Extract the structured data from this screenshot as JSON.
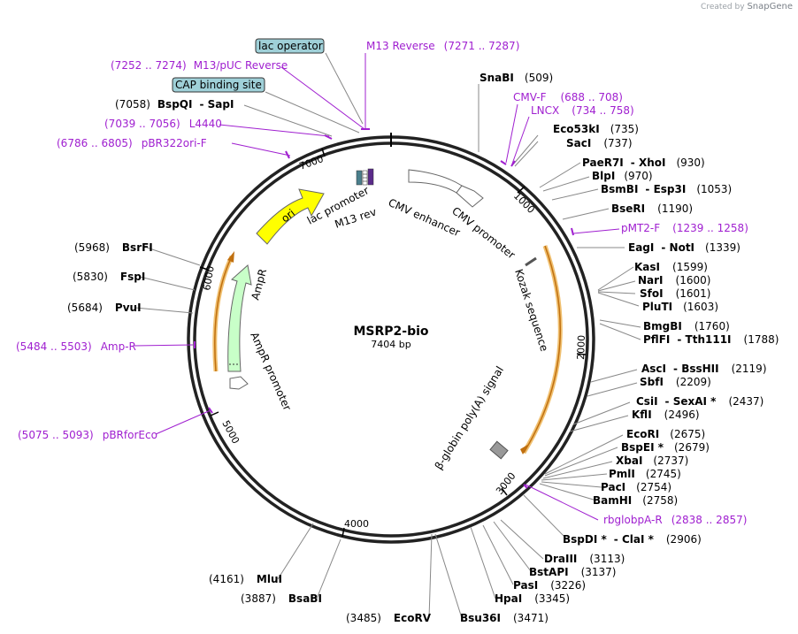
{
  "brand": {
    "created_by": "Created by",
    "name": "SnapGene"
  },
  "plasmid": {
    "name": "MSRP2-bio",
    "size_label": "7404 bp",
    "length": 7404
  },
  "colors": {
    "backbone": "#222222",
    "ori": "#ffff00",
    "ampr": "#c8ffc8",
    "primer": "#a020d0",
    "cds_highlight": "#f0c070",
    "feature_box": "#9fd0d8"
  },
  "ticks": [
    "1000",
    "2000",
    "3000",
    "4000",
    "5000",
    "6000",
    "7000"
  ],
  "features": {
    "ori": "ori",
    "ampr": "AmpR",
    "ampr_promoter": "AmpR promoter",
    "lac_promoter": "lac promoter",
    "m13_rev": "M13 rev",
    "cmv_enhancer": "CMV enhancer",
    "cmv_promoter": "CMV promoter",
    "kozak": "Kozak sequence",
    "polya": "β-globin poly(A) signal"
  },
  "boxed_labels": {
    "lac_operator": "lac operator",
    "cap_site": "CAP binding site"
  },
  "primers": [
    {
      "name": "M13 Reverse",
      "range": "(7271 .. 7287)"
    },
    {
      "name": "M13/pUC Reverse",
      "range": "(7252 .. 7274)"
    },
    {
      "name": "L4440",
      "range": "(7039 .. 7056)"
    },
    {
      "name": "pBR322ori-F",
      "range": "(6786 .. 6805)"
    },
    {
      "name": "CMV-F",
      "range": "(688 .. 708)"
    },
    {
      "name": "LNCX",
      "range": "(734 .. 758)"
    },
    {
      "name": "pMT2-F",
      "range": "(1239 .. 1258)"
    },
    {
      "name": "rbglobpA-R",
      "range": "(2838 .. 2857)"
    },
    {
      "name": "Amp-R",
      "range": "(5484 .. 5503)"
    },
    {
      "name": "pBRforEco",
      "range": "(5075 .. 5093)"
    }
  ],
  "enzymes": [
    {
      "name": "SnaBI",
      "pos": "(509)"
    },
    {
      "name": "Eco53kI",
      "pos": "(735)"
    },
    {
      "name": "SacI",
      "pos": "(737)"
    },
    {
      "name": "PaeR7I",
      "name2": "XhoI",
      "pos": "(930)"
    },
    {
      "name": "BlpI",
      "pos": "(970)"
    },
    {
      "name": "BsmBI",
      "name2": "Esp3I",
      "pos": "(1053)"
    },
    {
      "name": "BseRI",
      "pos": "(1190)"
    },
    {
      "name": "EagI",
      "name2": "NotI",
      "pos": "(1339)"
    },
    {
      "name": "KasI",
      "pos": "(1599)"
    },
    {
      "name": "NarI",
      "pos": "(1600)"
    },
    {
      "name": "SfoI",
      "pos": "(1601)"
    },
    {
      "name": "PluTI",
      "pos": "(1603)"
    },
    {
      "name": "BmgBI",
      "pos": "(1760)"
    },
    {
      "name": "PflFI",
      "name2": "Tth111I",
      "pos": "(1788)"
    },
    {
      "name": "AscI",
      "name2": "BssHII",
      "pos": "(2119)"
    },
    {
      "name": "SbfI",
      "pos": "(2209)"
    },
    {
      "name": "CsiI",
      "name2": "SexAI *",
      "pos": "(2437)"
    },
    {
      "name": "KflI",
      "pos": "(2496)"
    },
    {
      "name": "EcoRI",
      "pos": "(2675)"
    },
    {
      "name": "BspEI *",
      "pos": "(2679)"
    },
    {
      "name": "XbaI",
      "pos": "(2737)"
    },
    {
      "name": "PmlI",
      "pos": "(2745)"
    },
    {
      "name": "PacI",
      "pos": "(2754)"
    },
    {
      "name": "BamHI",
      "pos": "(2758)"
    },
    {
      "name": "BspDI *",
      "name2": "ClaI *",
      "pos": "(2906)"
    },
    {
      "name": "DraIII",
      "pos": "(3113)"
    },
    {
      "name": "BstAPI",
      "pos": "(3137)"
    },
    {
      "name": "PasI",
      "pos": "(3226)"
    },
    {
      "name": "HpaI",
      "pos": "(3345)"
    },
    {
      "name": "Bsu36I",
      "pos": "(3471)"
    },
    {
      "name": "EcoRV",
      "pos": "(3485)"
    },
    {
      "name": "BsaBI",
      "pos": "(3887)"
    },
    {
      "name": "MluI",
      "pos": "(4161)"
    },
    {
      "name": "PvuI",
      "pos": "(5684)"
    },
    {
      "name": "FspI",
      "pos": "(5830)"
    },
    {
      "name": "BsrFI",
      "pos": "(5968)"
    },
    {
      "name": "BspQI",
      "name2": "SapI",
      "pos": "(7058)"
    }
  ]
}
